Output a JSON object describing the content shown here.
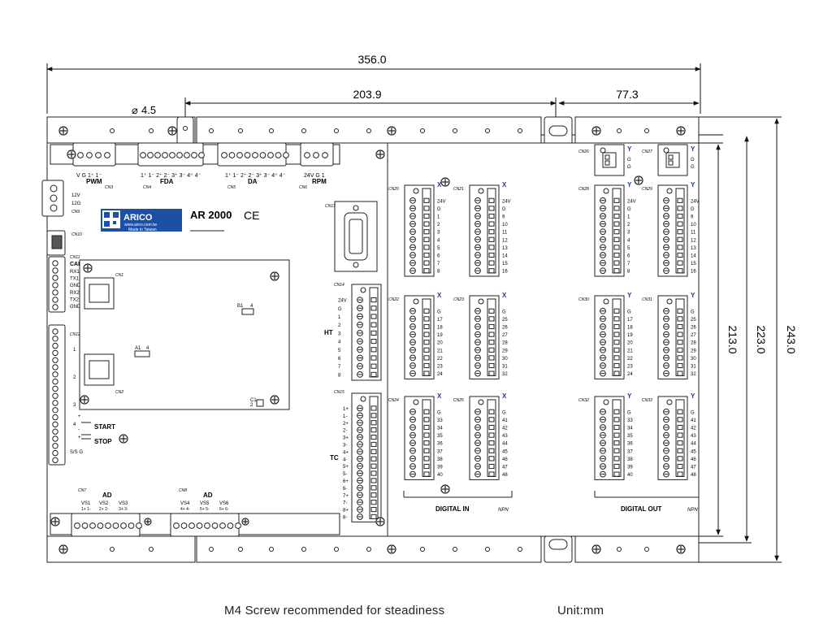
{
  "dimensions": {
    "overall_width": "356.0",
    "width_middle": "203.9",
    "width_right": "77.3",
    "hole_diameter": "4.5",
    "height_inner": "213.0",
    "height_mid": "223.0",
    "height_outer": "243.0"
  },
  "board": {
    "model": "AR 2000",
    "ce_mark": "CE",
    "brand": "ARICO",
    "website": "www.arico.com.tw",
    "made_in": "Made in Taiwan"
  },
  "connectors": {
    "cn3": {
      "id": "CN3",
      "title": "PWM",
      "pins": [
        "V",
        "G",
        "1+",
        "1-"
      ]
    },
    "cn4": {
      "id": "CN4",
      "title": "FDA",
      "pins": [
        "1+",
        "1-",
        "2+",
        "2-",
        "3+",
        "3-",
        "4+",
        "4-"
      ]
    },
    "cn5": {
      "id": "CN5",
      "title": "DA",
      "pins": [
        "1+",
        "1-",
        "2+",
        "2-",
        "3+",
        "3-",
        "4+",
        "4-"
      ]
    },
    "cn6": {
      "id": "CN6",
      "title": "RPM",
      "pins": [
        "24V",
        "G",
        "1"
      ]
    },
    "cn9": {
      "id": "CN9",
      "pins": [
        "12V",
        "12G"
      ]
    },
    "cn10": {
      "id": "CN10"
    },
    "cn11": {
      "id": "CN11",
      "title": "CAN",
      "pins": [
        "RX1",
        "TX1",
        "GND",
        "RX2",
        "TX2",
        "GND"
      ]
    },
    "cn1": {
      "id": "CN1"
    },
    "cn2": {
      "id": "CN2"
    },
    "cn12": {
      "id": "CN12",
      "groups": [
        "1",
        "2",
        "3",
        "4"
      ]
    },
    "cn13": {
      "id": "CN13"
    },
    "cn14": {
      "id": "CN14",
      "title": "HT",
      "pins": [
        "24V",
        "G",
        "1",
        "2",
        "3",
        "4",
        "5",
        "6",
        "7",
        "8"
      ]
    },
    "cn15": {
      "id": "CN15",
      "title": "TC",
      "pins": [
        "1+",
        "1-",
        "2+",
        "2-",
        "3+",
        "3-",
        "4+",
        "4-",
        "5+",
        "5-",
        "6+",
        "6-",
        "7+",
        "7-",
        "8+",
        "8-"
      ]
    },
    "cn7": {
      "id": "CN7",
      "title": "AD",
      "groups": [
        "VS1",
        "VS2",
        "VS3"
      ],
      "pins": [
        "1+ 1-",
        "2+ 2-",
        "3+ 3-"
      ]
    },
    "cn8": {
      "id": "CN8",
      "title": "AD",
      "groups": [
        "VS4",
        "VS5",
        "VS6"
      ],
      "pins": [
        "4+ 4-",
        "5+ 5-",
        "6+ 6-"
      ]
    }
  },
  "labels": {
    "start": "START",
    "stop": "STOP",
    "ss_g": "S/S G",
    "plus": "+",
    "minus": "-",
    "a1": "A1",
    "b1": "B1",
    "c1": "C1",
    "four": "4",
    "two": "2"
  },
  "digital_in": {
    "title": "DIGITAL IN",
    "type": "NPN",
    "blocks": [
      {
        "id": "CN20",
        "tag": "X",
        "pins": [
          "24V",
          "G",
          "1",
          "2",
          "3",
          "4",
          "5",
          "6",
          "7",
          "8"
        ]
      },
      {
        "id": "CN21",
        "tag": "X",
        "pins": [
          "24V",
          "G",
          "9",
          "10",
          "11",
          "12",
          "13",
          "14",
          "15",
          "16"
        ]
      },
      {
        "id": "CN22",
        "tag": "X",
        "pins": [
          "G",
          "17",
          "18",
          "19",
          "20",
          "21",
          "22",
          "23",
          "24"
        ]
      },
      {
        "id": "CN23",
        "tag": "X",
        "pins": [
          "G",
          "25",
          "26",
          "27",
          "28",
          "29",
          "30",
          "31",
          "32"
        ]
      },
      {
        "id": "CN24",
        "tag": "X",
        "pins": [
          "G",
          "33",
          "34",
          "35",
          "36",
          "37",
          "38",
          "39",
          "40"
        ]
      },
      {
        "id": "CN25",
        "tag": "X",
        "pins": [
          "G",
          "41",
          "42",
          "43",
          "44",
          "45",
          "46",
          "47",
          "48"
        ]
      }
    ]
  },
  "digital_out": {
    "title": "DIGITAL OUT",
    "type": "NPN",
    "power": [
      {
        "id": "CN26",
        "tag": "Y",
        "pins": [
          "G",
          "G"
        ]
      },
      {
        "id": "CN27",
        "tag": "Y",
        "pins": [
          "G",
          "G"
        ]
      }
    ],
    "blocks": [
      {
        "id": "CN28",
        "tag": "Y",
        "pins": [
          "24V",
          "G",
          "1",
          "2",
          "3",
          "4",
          "5",
          "6",
          "7",
          "8"
        ]
      },
      {
        "id": "CN29",
        "tag": "Y",
        "pins": [
          "24V",
          "G",
          "9",
          "10",
          "11",
          "12",
          "13",
          "14",
          "15",
          "16"
        ]
      },
      {
        "id": "CN30",
        "tag": "Y",
        "pins": [
          "G",
          "17",
          "18",
          "19",
          "20",
          "21",
          "22",
          "23",
          "24"
        ]
      },
      {
        "id": "CN31",
        "tag": "Y",
        "pins": [
          "G",
          "25",
          "26",
          "27",
          "28",
          "29",
          "30",
          "31",
          "32"
        ]
      },
      {
        "id": "CN32",
        "tag": "Y",
        "pins": [
          "G",
          "33",
          "34",
          "35",
          "36",
          "37",
          "38",
          "39",
          "40"
        ]
      },
      {
        "id": "CN33",
        "tag": "Y",
        "pins": [
          "G",
          "41",
          "42",
          "43",
          "44",
          "45",
          "46",
          "47",
          "48"
        ]
      }
    ]
  },
  "footer": {
    "note": "M4 Screw recommended for steadiness",
    "unit": "Unit:mm"
  },
  "colors": {
    "line": "#222222",
    "accent": "#1d3f8c",
    "logo_bg": "#1e4fa6"
  }
}
